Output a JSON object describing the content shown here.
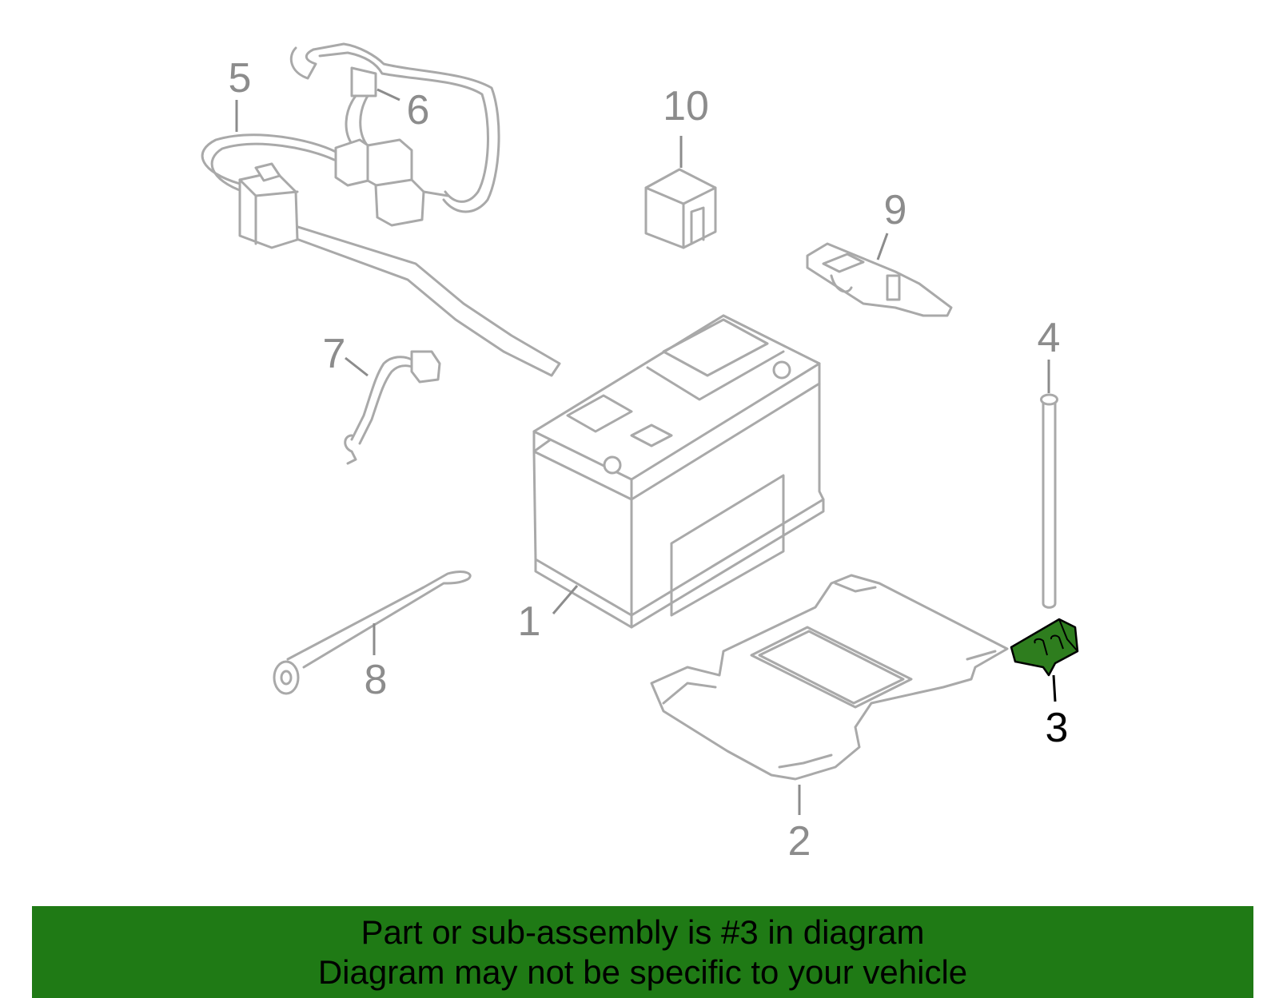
{
  "diagram": {
    "callouts": [
      {
        "id": "1",
        "label": "1"
      },
      {
        "id": "2",
        "label": "2"
      },
      {
        "id": "3",
        "label": "3"
      },
      {
        "id": "4",
        "label": "4"
      },
      {
        "id": "5",
        "label": "5"
      },
      {
        "id": "6",
        "label": "6"
      },
      {
        "id": "7",
        "label": "7"
      },
      {
        "id": "8",
        "label": "8"
      },
      {
        "id": "9",
        "label": "9"
      },
      {
        "id": "10",
        "label": "10"
      }
    ],
    "highlighted_part": "3",
    "highlight_color": "#2e7d1e"
  },
  "banner": {
    "line1": "Part or sub-assembly is #3 in diagram",
    "line2": "Diagram may not be specific to your vehicle",
    "background": "#1f7a15"
  }
}
